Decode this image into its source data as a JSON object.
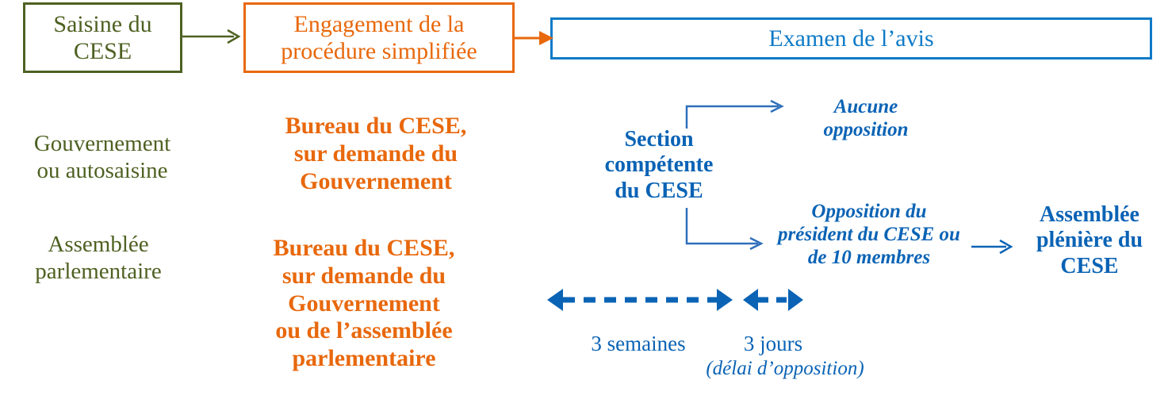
{
  "diagram": {
    "title_row": {
      "step1": {
        "label": "Saisine du\nCESE",
        "color": "#4e6122"
      },
      "step2": {
        "label": "Engagement de la\nprocédure simplifiée",
        "color": "#e8680c"
      },
      "step3": {
        "label": "Examen de l’avis",
        "color": "#0e7ac7"
      }
    },
    "origin_column": [
      {
        "label": "Gouvernement\nou autosaisine"
      },
      {
        "label": "Assemblée\nparlementaire"
      }
    ],
    "engagement_column": [
      {
        "label": "Bureau du CESE,\nsur demande du\nGouvernement"
      },
      {
        "label": "Bureau du CESE,\nsur demande du\nGouvernement\nou de l’assemblée\nparlementaire"
      }
    ],
    "examination": {
      "section_label": "Section\ncompétente\ndu CESE",
      "outcome_no_opposition": "Aucune\nopposition",
      "outcome_opposition": "Opposition du\nprésident du CESE ou\nde 10 membres",
      "final_body": "Assemblée\nplénière du\nCESE"
    },
    "timeline": {
      "span_1": {
        "label": "3 semaines"
      },
      "span_2": {
        "label": "3 jours",
        "sublabel": "(délai d’opposition)"
      }
    },
    "colors": {
      "green": "#4e6122",
      "orange": "#e8680c",
      "blue_box": "#0e7ac7",
      "blue_text": "#0a63b5",
      "blue_arrow": "#2f6fba",
      "background": "#ffffff"
    },
    "icons": {
      "arrow_green": "arrow-right-icon",
      "arrow_orange": "arrow-right-icon",
      "arrow_blue": "arrow-right-icon",
      "arrow_dashed": "double-headed-dashed-arrow-icon"
    }
  }
}
